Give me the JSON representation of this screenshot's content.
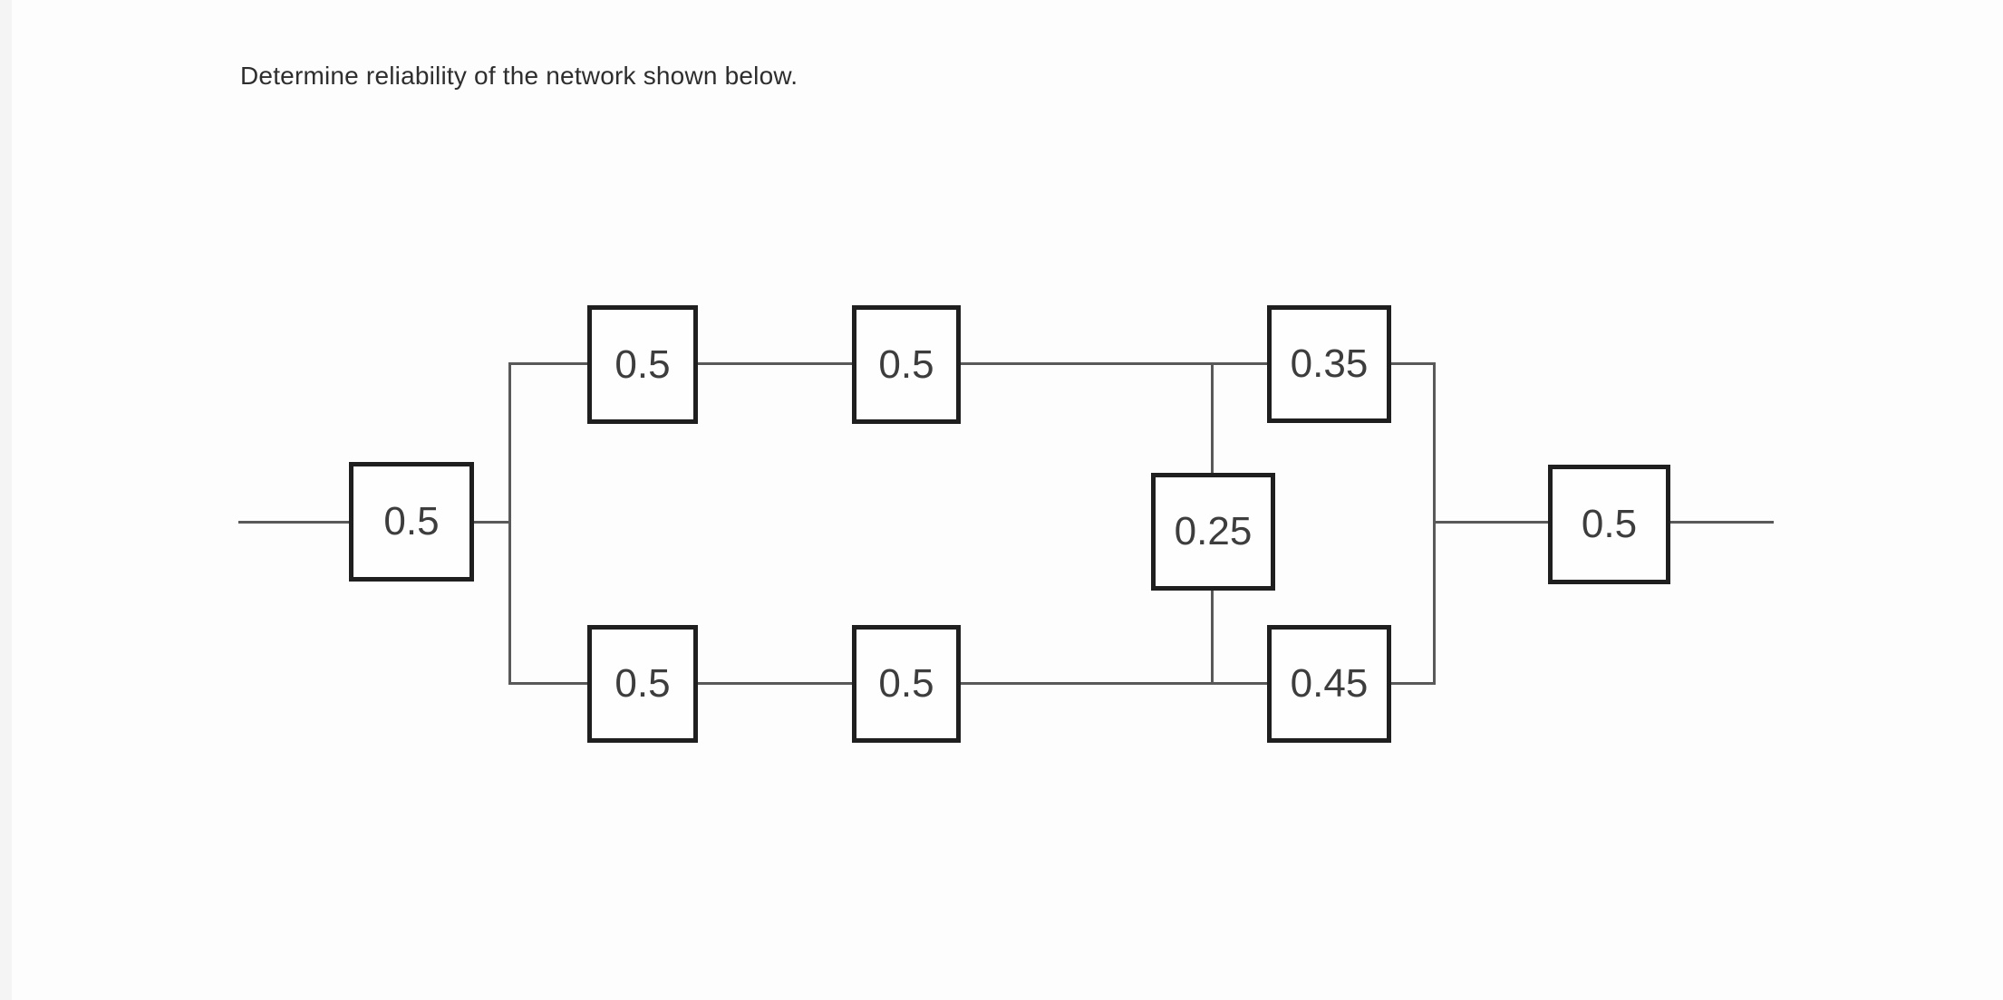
{
  "page": {
    "title": "Determine reliability of the network shown below."
  },
  "diagram": {
    "type": "reliability-block-diagram",
    "nodes": [
      {
        "id": "source-block",
        "value": "0.5"
      },
      {
        "id": "top-branch-block-1",
        "value": "0.5"
      },
      {
        "id": "top-branch-block-2",
        "value": "0.5"
      },
      {
        "id": "top-branch-block-3",
        "value": "0.35"
      },
      {
        "id": "bridge-block",
        "value": "0.25"
      },
      {
        "id": "bottom-branch-block-1",
        "value": "0.5"
      },
      {
        "id": "bottom-branch-block-2",
        "value": "0.5"
      },
      {
        "id": "bottom-branch-block-3",
        "value": "0.45"
      },
      {
        "id": "sink-block",
        "value": "0.5"
      }
    ],
    "colors": {
      "box_border": "#1f1f1f",
      "connector": "#595959",
      "label_text": "#3d3d3d",
      "background": "#fdfdfd"
    }
  }
}
